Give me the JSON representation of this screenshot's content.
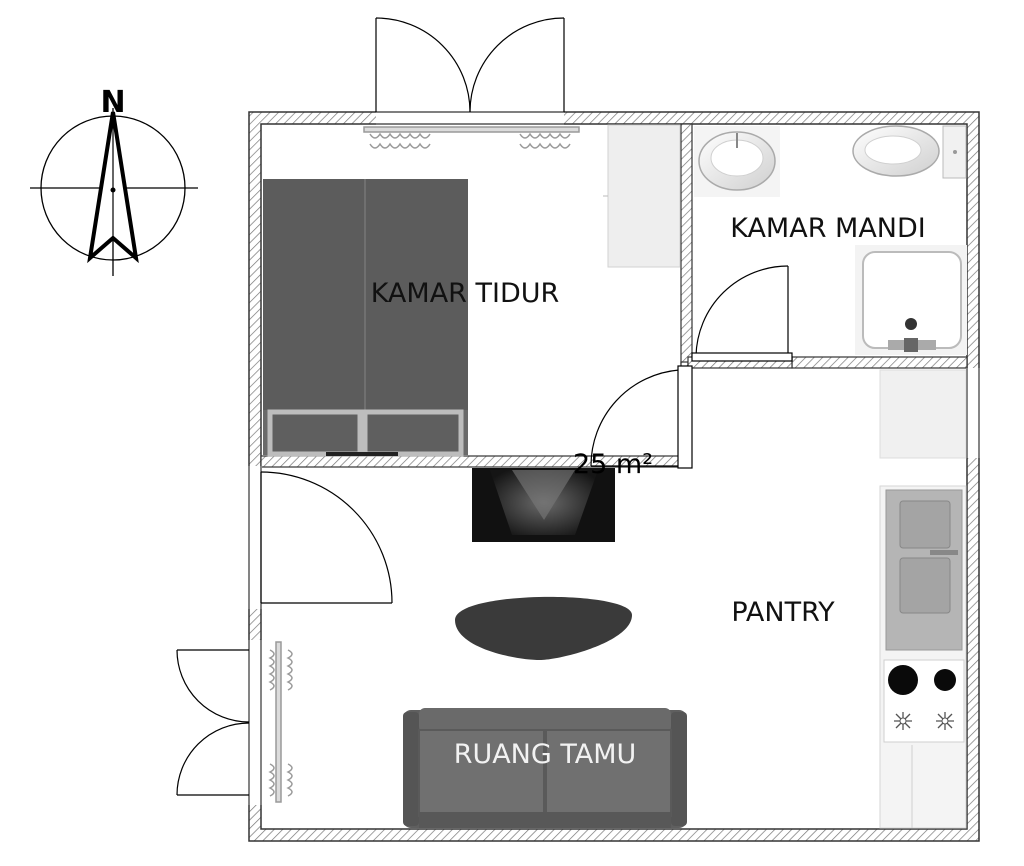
{
  "compass": {
    "label": "N"
  },
  "rooms": {
    "bedroom": "KAMAR TIDUR",
    "bathroom": "KAMAR MANDI",
    "pantry": "PANTRY",
    "living": "RUANG TAMU"
  },
  "area_label": "25 m²",
  "colors": {
    "wall_outline": "#333333",
    "wall_hatch": "#8a8a8a",
    "bed": "#5a5a5a",
    "sofa": "#666666",
    "table": "#3a3a3a",
    "fixture": "#e8e8e8"
  }
}
